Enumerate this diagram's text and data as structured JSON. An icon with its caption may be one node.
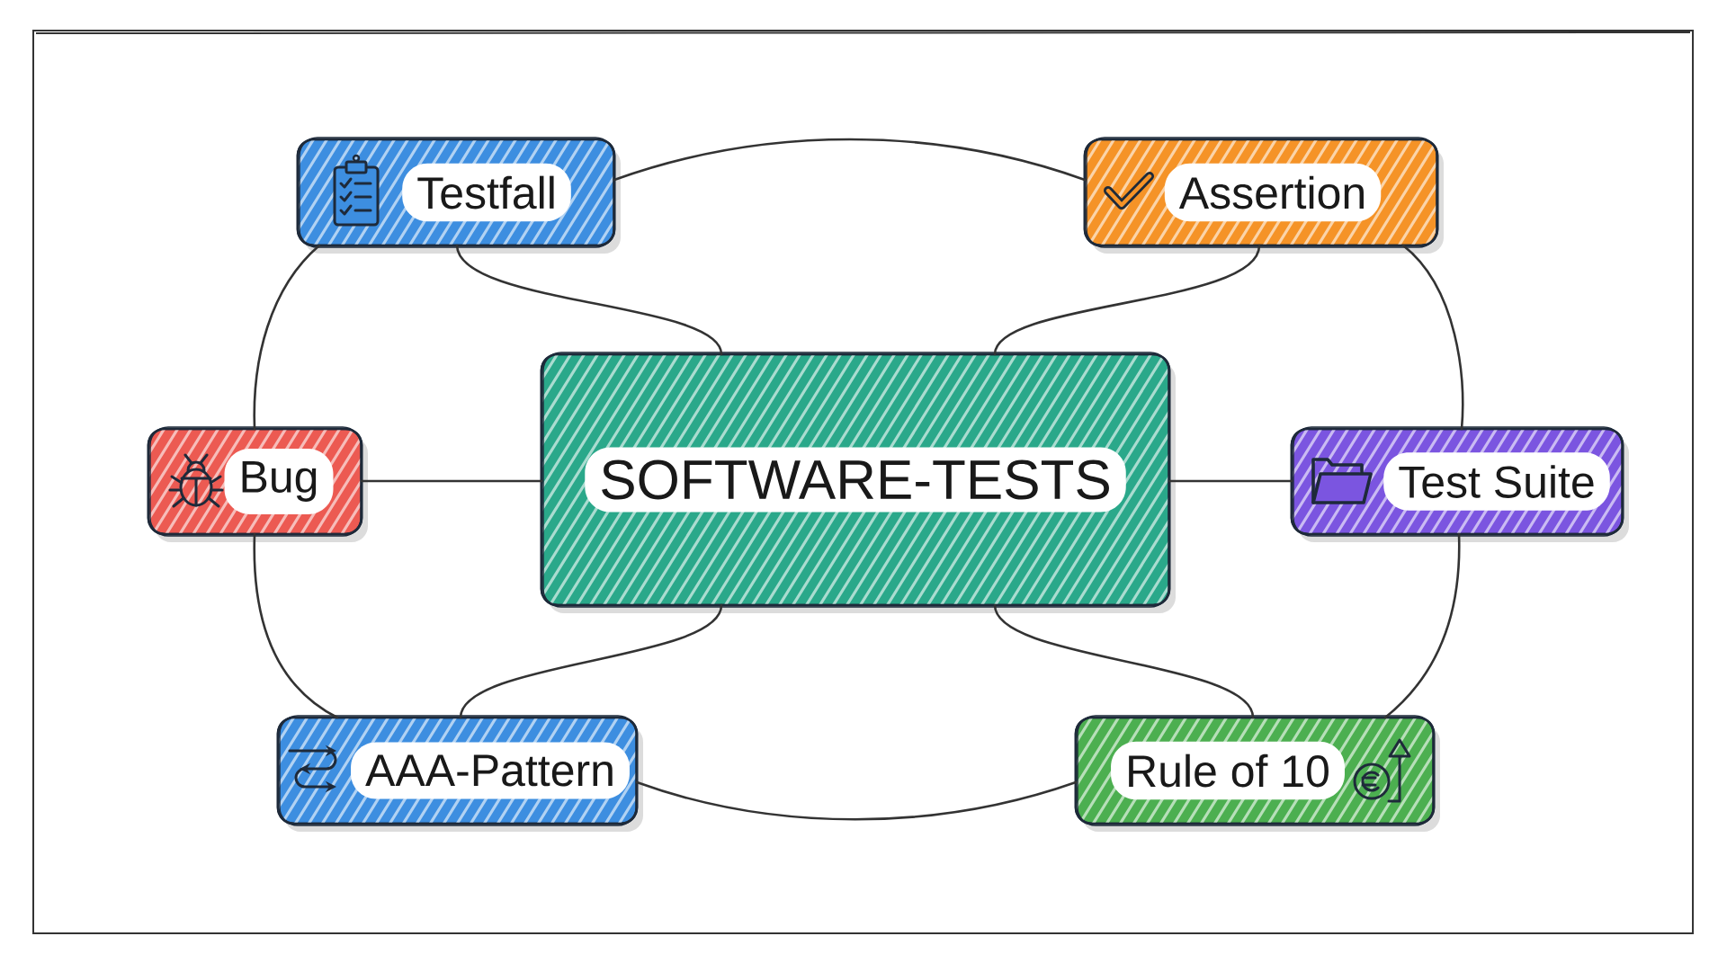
{
  "diagram": {
    "nodes": [
      {
        "text": [
          "Testfall"
        ]
      },
      {
        "text": [
          "Assertion"
        ]
      },
      {
        "text": [
          "Bug"
        ]
      },
      {
        "text": [
          "SOFTWARE-TESTS"
        ]
      },
      {
        "text": [
          "Test Suite"
        ]
      },
      {
        "text": [
          "AAA-Pattern"
        ]
      },
      {
        "text": [
          "Rule of 10"
        ]
      }
    ],
    "edges": [
      {
        "from": 3,
        "to": 0,
        "arrow": "none"
      },
      {
        "from": 3,
        "to": 1,
        "arrow": "none"
      },
      {
        "from": 3,
        "to": 2,
        "arrow": "none"
      },
      {
        "from": 3,
        "to": 4,
        "arrow": "none"
      },
      {
        "from": 3,
        "to": 5,
        "arrow": "none"
      },
      {
        "from": 3,
        "to": 6,
        "arrow": "none"
      },
      {
        "from": 0,
        "to": 1,
        "arrow": "none"
      },
      {
        "from": 1,
        "to": 4,
        "arrow": "none"
      },
      {
        "from": 4,
        "to": 6,
        "arrow": "none"
      },
      {
        "from": 6,
        "to": 5,
        "arrow": "none"
      },
      {
        "from": 5,
        "to": 2,
        "arrow": "none"
      },
      {
        "from": 2,
        "to": 0,
        "arrow": "none"
      }
    ]
  }
}
